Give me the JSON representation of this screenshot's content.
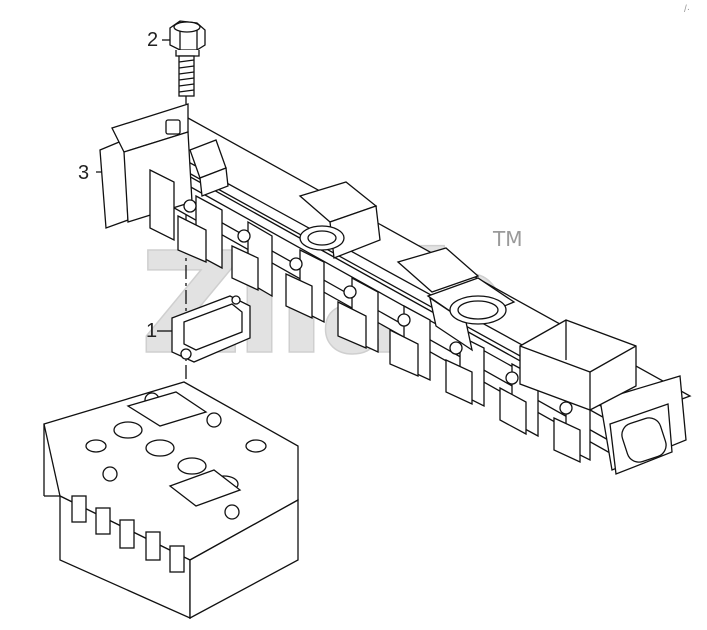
{
  "callouts": [
    {
      "id": "gasket",
      "label": "1"
    },
    {
      "id": "bolt",
      "label": "2"
    },
    {
      "id": "manifold",
      "label": "3"
    }
  ],
  "watermark": {
    "text": "Zilab",
    "mark": "TM"
  },
  "corner_mark": "/·"
}
